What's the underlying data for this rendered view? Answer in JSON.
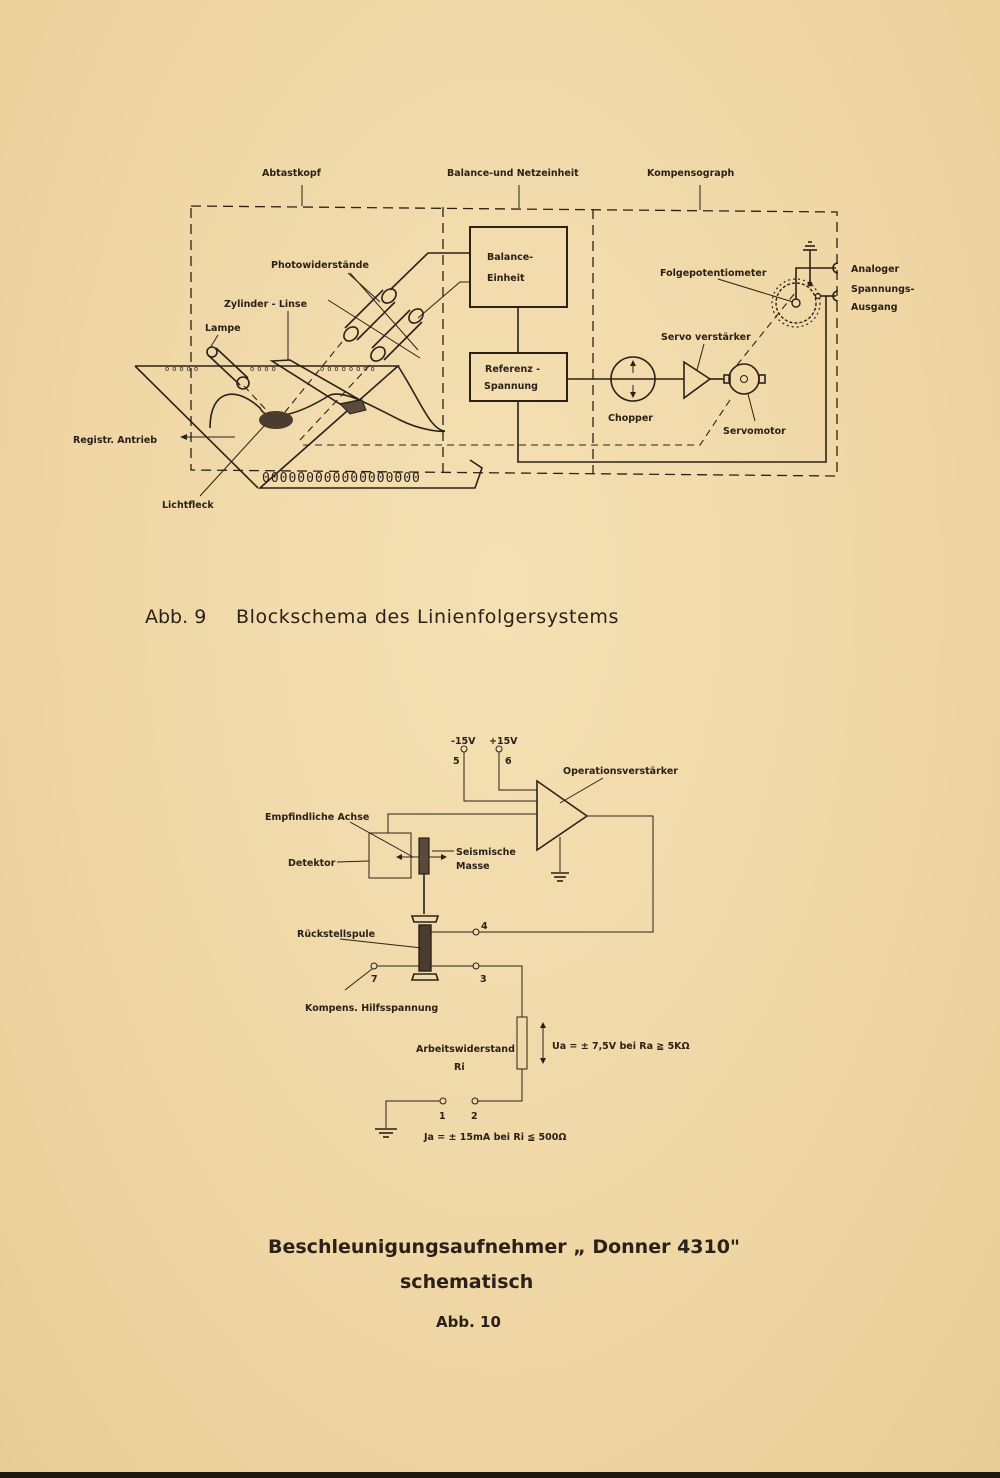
{
  "figure9": {
    "caption_number": "Abb. 9",
    "caption_title": "Blockschema des Linienfolgersystems",
    "section_labels": {
      "abtastkopf": "Abtastkopf",
      "balance_netz": "Balance-und Netzeinheit",
      "kompensograph": "Kompensograph"
    },
    "blocks": {
      "balance_line1": "Balance-",
      "balance_line2": "Einheit",
      "referenz_line1": "Referenz -",
      "referenz_line2": "Spannung"
    },
    "labels": {
      "photowiderstaende": "Photowiderstände",
      "zylinder_linse": "Zylinder - Linse",
      "lampe": "Lampe",
      "registr_antrieb": "Registr. Antrieb",
      "lichtfleck": "Lichtfleck",
      "folgepotentiometer": "Folgepotentiometer",
      "servo_verstaerker": "Servo verstärker",
      "chopper": "Chopper",
      "servomotor": "Servomotor",
      "analog_line1": "Analoger",
      "analog_line2": "Spannungs-",
      "analog_line3": "Ausgang"
    }
  },
  "figure10": {
    "title": "Beschleunigungsaufnehmer  „ Donner 4310\"",
    "subtitle": "schematisch",
    "caption_number": "Abb. 10",
    "supply": {
      "neg_label": "-15V",
      "pos_label": "+15V",
      "neg_pin": "5",
      "pos_pin": "6"
    },
    "labels": {
      "operationsverstaerker": "Operationsverstärker",
      "empfindliche_achse": "Empfindliche Achse",
      "detektor": "Detektor",
      "seismische_line1": "Seismische",
      "seismische_line2": "Masse",
      "rueckstellspule": "Rückstellspule",
      "kompens": "Kompens. Hilfsspannung",
      "arbeitswiderstand": "Arbeitswiderstand",
      "ri": "Ri"
    },
    "pins": {
      "p1": "1",
      "p2": "2",
      "p3": "3",
      "p4": "4",
      "p7": "7"
    },
    "specs": {
      "ua": "Ua = ± 7,5V  bei  Ra  ≧  5KΩ",
      "ja": "Ja = ± 15mA bei Ri  ≦   500Ω"
    }
  }
}
